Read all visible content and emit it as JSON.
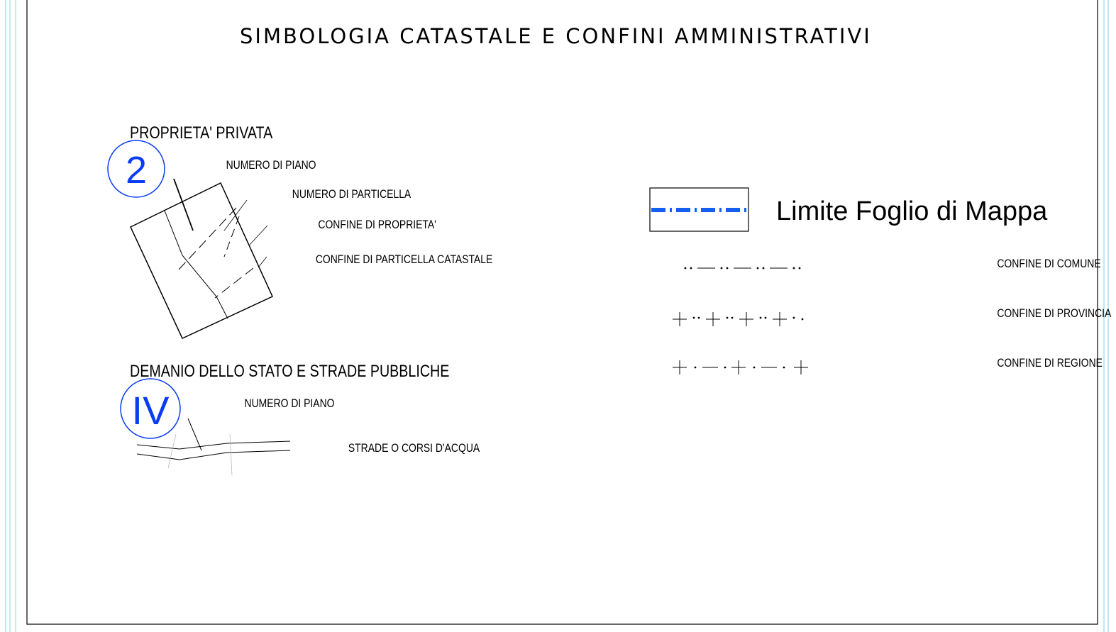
{
  "title": "SIMBOLOGIA CATASTALE E CONFINI AMMINISTRATIVI",
  "colors": {
    "marker_blue": "#0a3cf5",
    "map_limit_blue": "#1560f0",
    "line": "#000000",
    "cad_cyan": "#7fd3e6"
  },
  "private_property": {
    "heading": "PROPRIETA' PRIVATA",
    "floor_marker": "2",
    "labels": {
      "floor_number": "NUMERO DI PIANO",
      "parcel_number": "NUMERO DI PARTICELLA",
      "property_boundary": "CONFINE DI PROPRIETA'",
      "cadastral_parcel_boundary": "CONFINE DI PARTICELLA CATASTALE"
    }
  },
  "state_property": {
    "heading": "DEMANIO DELLO STATO E STRADE PUBBLICHE",
    "floor_marker": "IV",
    "labels": {
      "floor_number": "NUMERO DI PIANO",
      "roads_waterways": "STRADE O CORSI D'ACQUA"
    }
  },
  "legend": {
    "map_sheet_limit": "Limite Foglio di Mappa",
    "municipal_boundary": "CONFINE DI COMUNE",
    "province_boundary": "CONFINE DI PROVINCIA",
    "region_boundary": "CONFINE DI REGIONE"
  }
}
